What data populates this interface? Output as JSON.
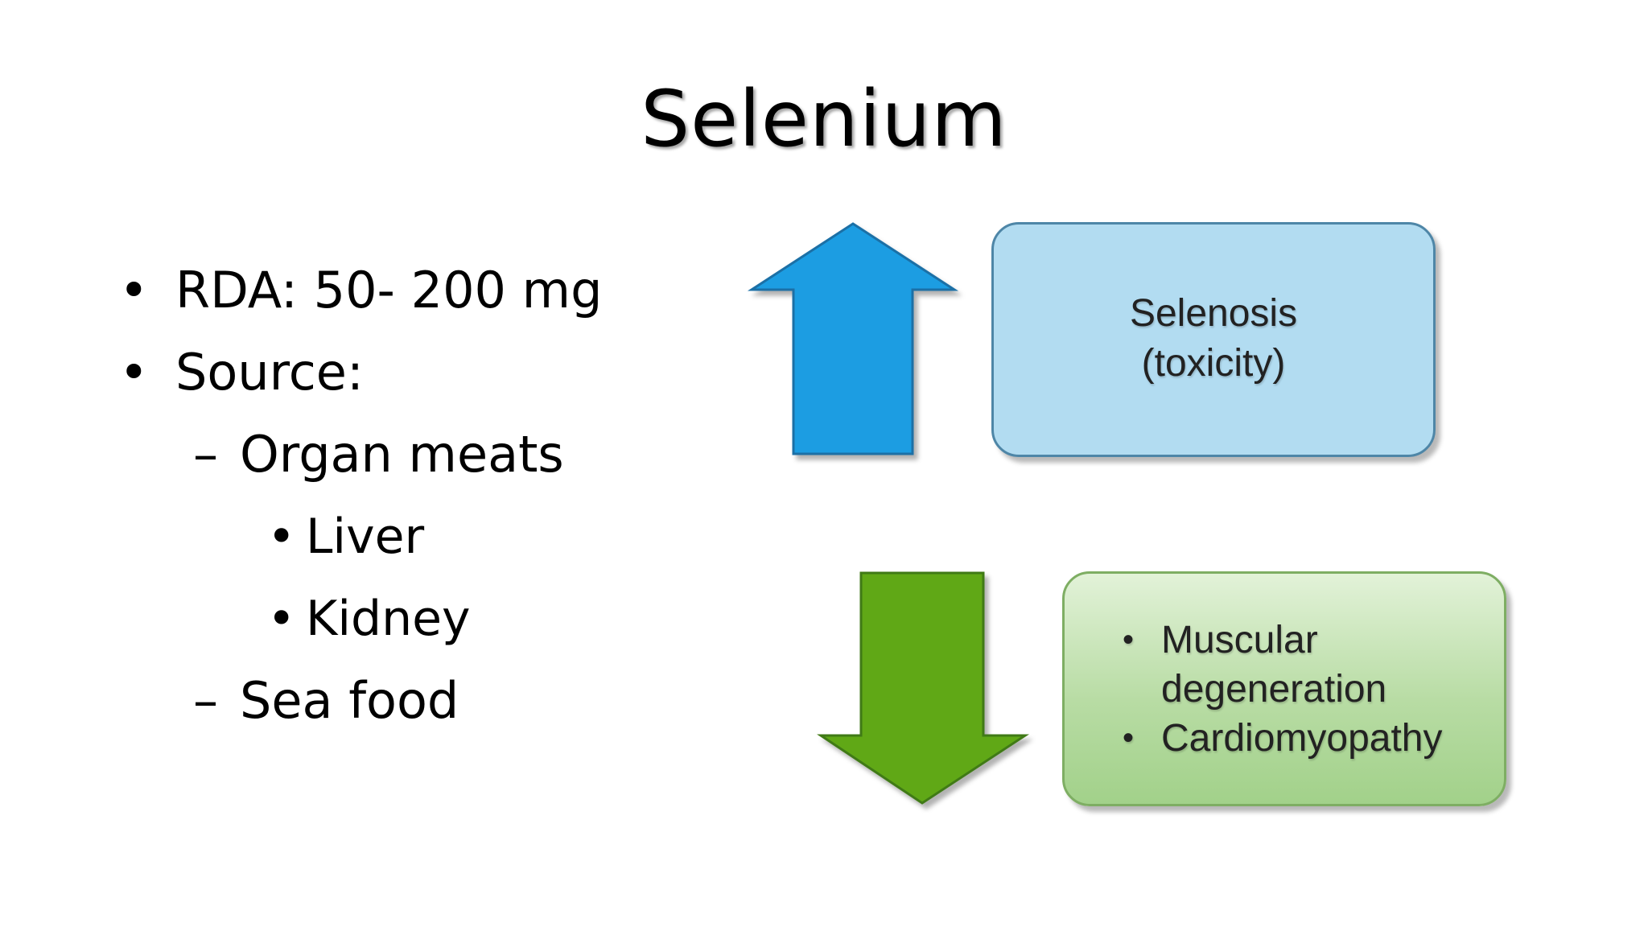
{
  "slide": {
    "title": "Selenium"
  },
  "bullets": [
    {
      "level": 1,
      "marker": "•",
      "text": "RDA: 50- 200 mg"
    },
    {
      "level": 1,
      "marker": "•",
      "text": "Source:"
    },
    {
      "level": 2,
      "marker": "–",
      "text": "Organ meats"
    },
    {
      "level": 3,
      "marker": "•",
      "text": "Liver"
    },
    {
      "level": 3,
      "marker": "•",
      "text": "Kidney"
    },
    {
      "level": 2,
      "marker": "–",
      "text": "Sea food"
    }
  ],
  "diagram": {
    "increase": {
      "arrow_direction": "up",
      "arrow_color": "#1b9de2",
      "box_color": "#b2dcf1",
      "lines": [
        "Selenosis",
        "(toxicity)"
      ]
    },
    "decrease": {
      "arrow_direction": "down",
      "arrow_color": "#60a817",
      "box_color": "#a2d18a",
      "items": [
        "Muscular",
        "degeneration",
        "Cardiomyopathy"
      ]
    }
  }
}
